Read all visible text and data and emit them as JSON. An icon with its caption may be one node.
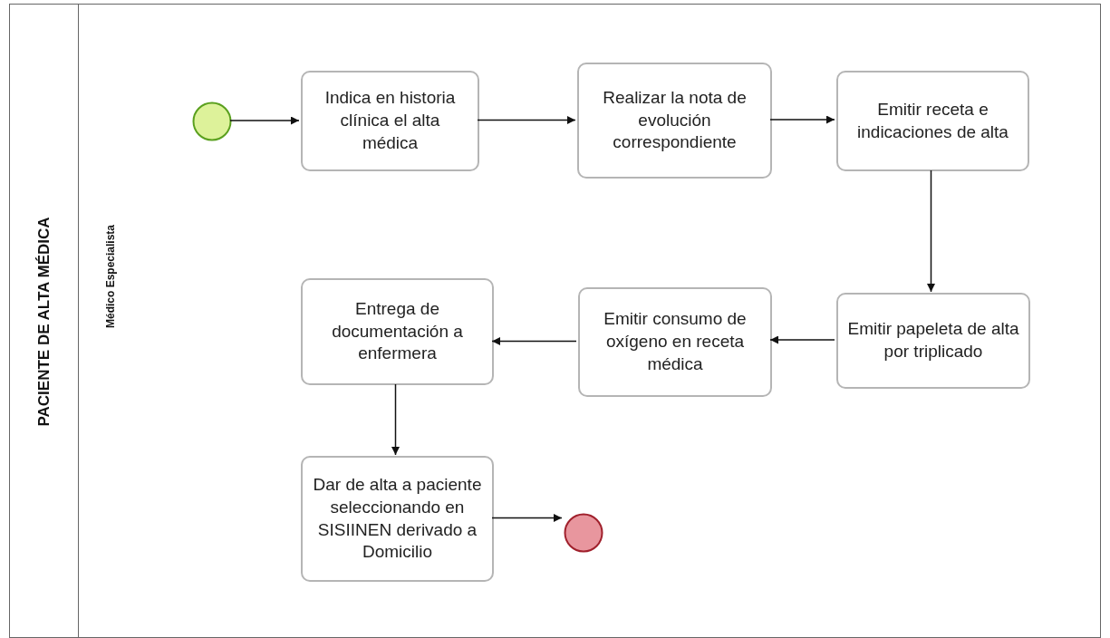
{
  "diagram": {
    "nodes": [
      {
        "text": [
          "PACIENTE DE ALTA MÉDICA"
        ]
      },
      {
        "text": [
          "Médico Especialista"
        ],
        "in": 0
      },
      {
        "text": [],
        "shape": "circle",
        "in": 1
      },
      {
        "text": [
          "Indica en historia clínica el alta médica"
        ],
        "in": 1
      },
      {
        "text": [
          "Realizar la nota de evolución correspondiente"
        ],
        "in": 1
      },
      {
        "text": [
          "Emitir receta e indicaciones de alta"
        ],
        "in": 1
      },
      {
        "text": [
          "Emitir papeleta de alta por triplicado"
        ],
        "in": 1
      },
      {
        "text": [
          "Emitir consumo de oxígeno en receta médica"
        ],
        "in": 1
      },
      {
        "text": [
          "Entrega de documentación a enfermera"
        ],
        "in": 1
      },
      {
        "text": [
          "Dar de alta a paciente seleccionando en SISIINEN derivado a Domicilio"
        ],
        "in": 1
      },
      {
        "text": [],
        "shape": "circle",
        "in": 1
      }
    ],
    "edges": [
      {
        "from": 2,
        "to": 3,
        "arrow": "to"
      },
      {
        "from": 3,
        "to": 4,
        "arrow": "to"
      },
      {
        "from": 4,
        "to": 5,
        "arrow": "to"
      },
      {
        "from": 5,
        "to": 6,
        "arrow": "to"
      },
      {
        "from": 6,
        "to": 7,
        "arrow": "to"
      },
      {
        "from": 7,
        "to": 8,
        "arrow": "to"
      },
      {
        "from": 8,
        "to": 9,
        "arrow": "to"
      },
      {
        "from": 9,
        "to": 10,
        "arrow": "to"
      }
    ]
  }
}
